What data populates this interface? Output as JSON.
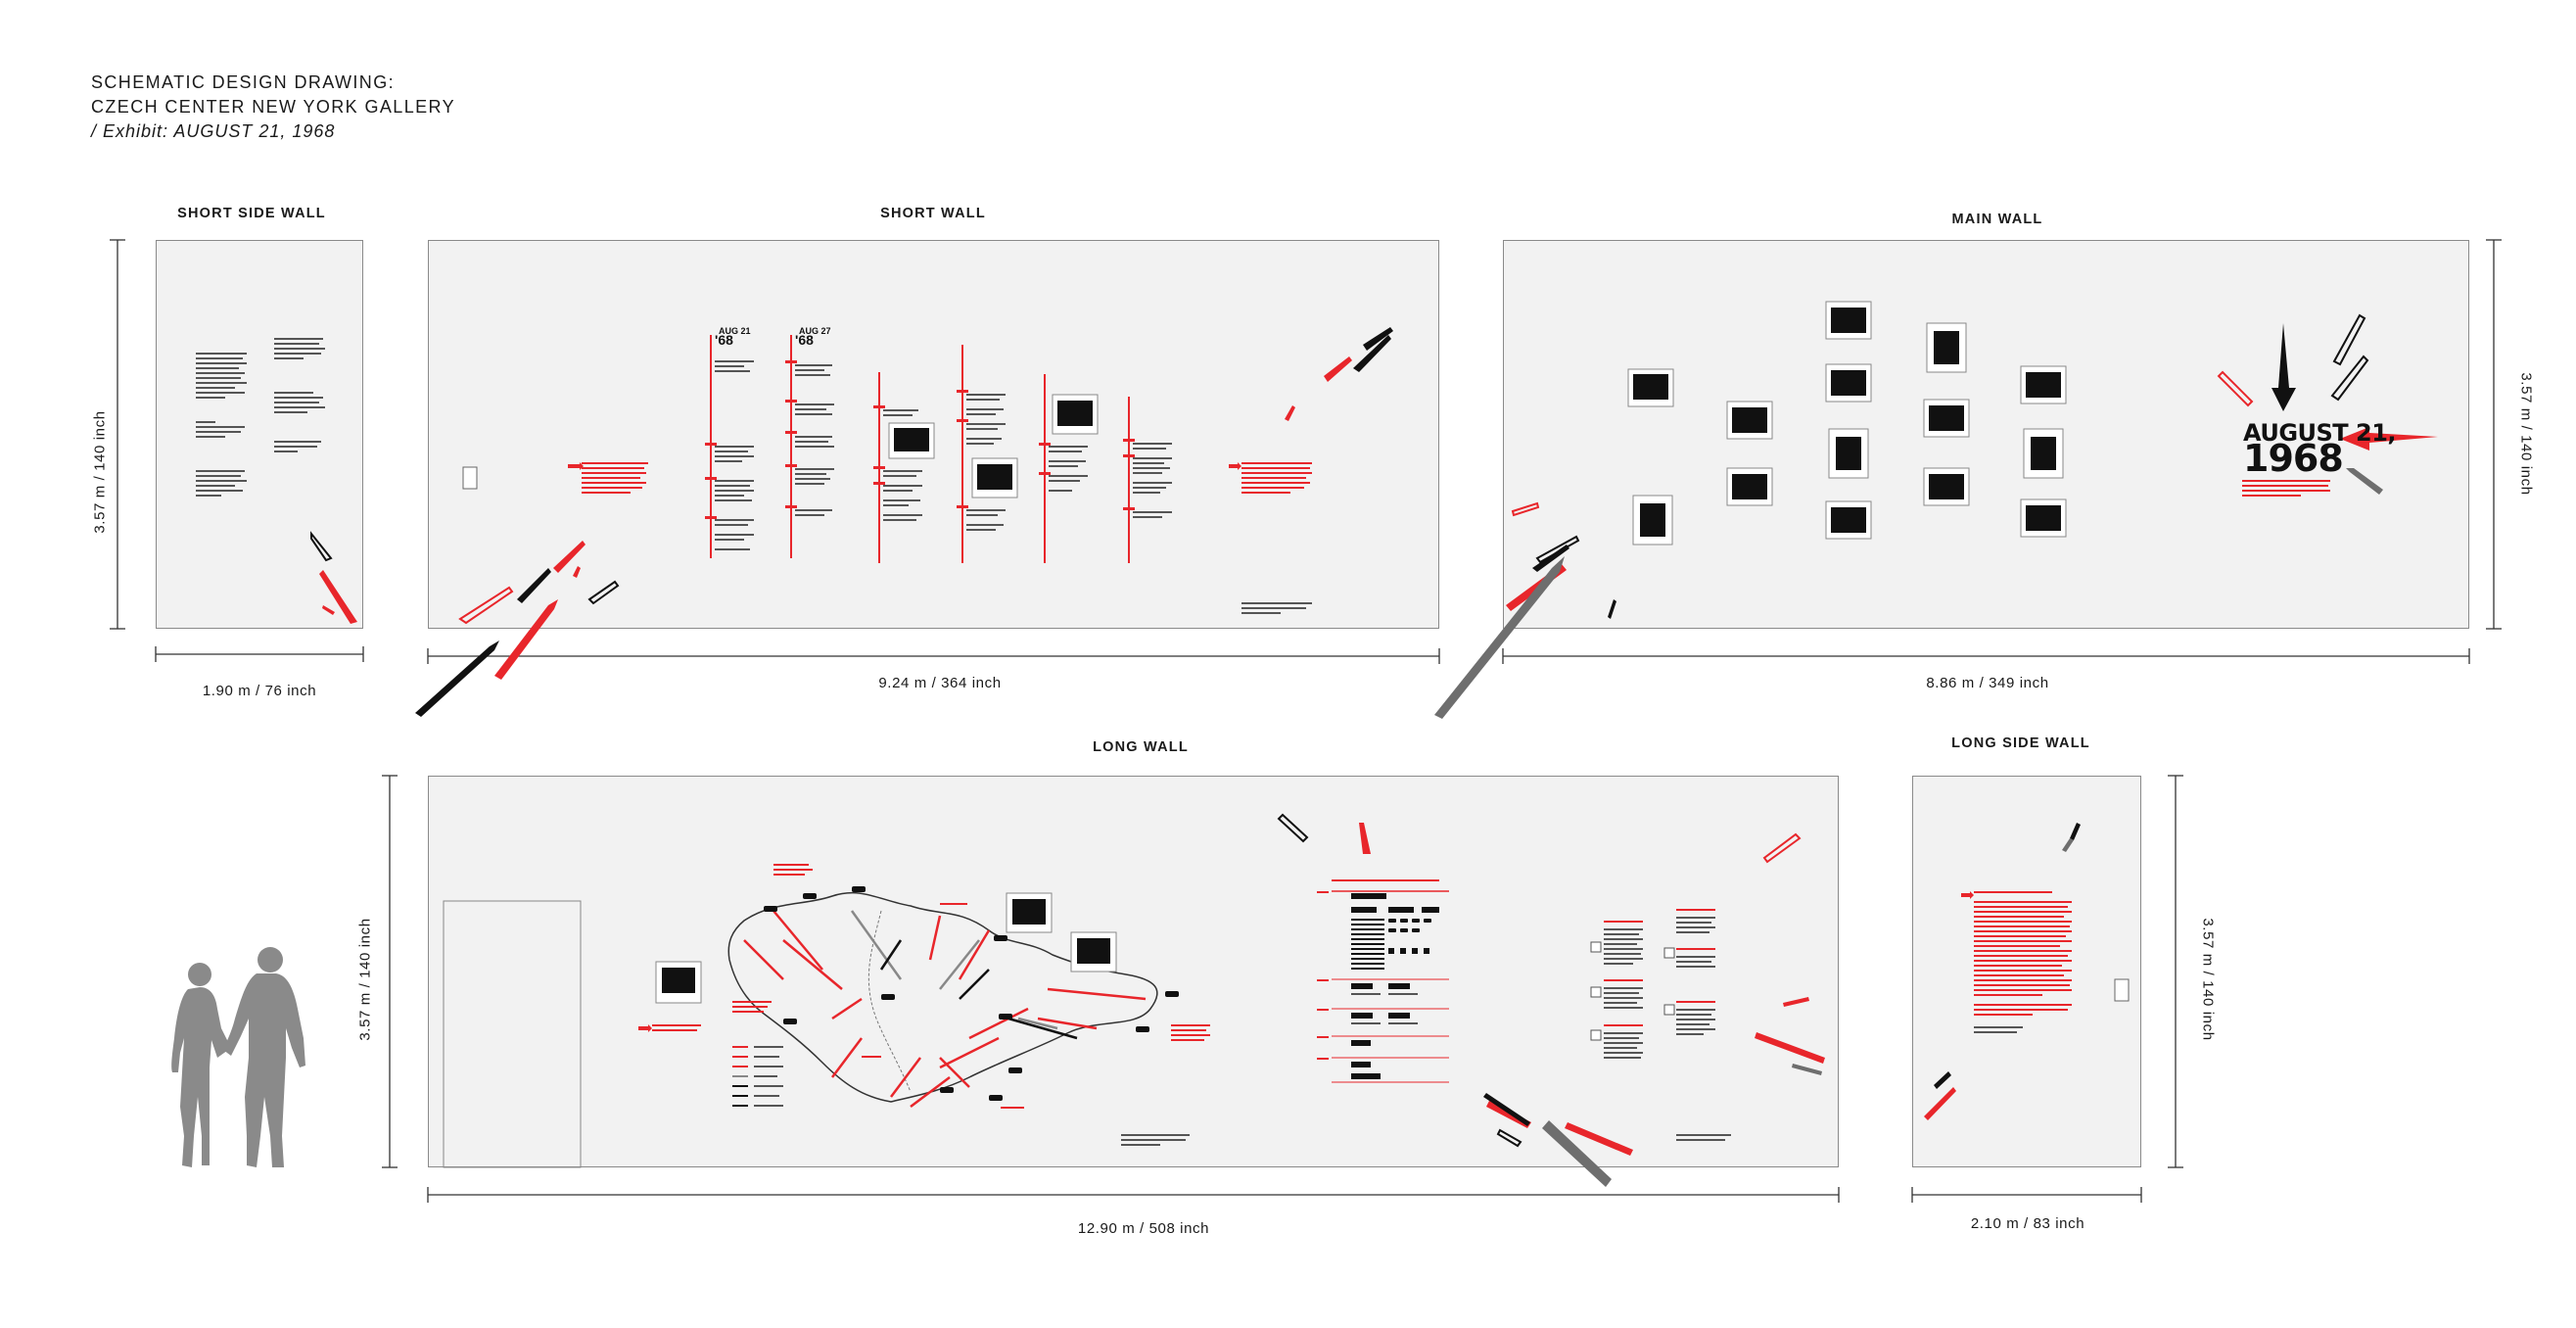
{
  "header": {
    "line1": "SCHEMATIC DESIGN DRAWING:",
    "line2": "CZECH CENTER NEW YORK GALLERY",
    "line3": "/ Exhibit:  AUGUST 21, 1968"
  },
  "walls": {
    "short_side": {
      "title": "SHORT SIDE WALL",
      "width": "1.90 m / 76 inch",
      "height": "3.57 m / 140 inch"
    },
    "short": {
      "title": "SHORT WALL",
      "width": "9.24 m / 364 inch"
    },
    "main": {
      "title": "MAIN WALL",
      "width": "8.86 m / 349 inch",
      "height": "3.57 m / 140 inch",
      "exhibit_line1": "AUGUST 21,",
      "exhibit_line2": "1968"
    },
    "long": {
      "title": "LONG WALL",
      "width": "12.90 m / 508 inch",
      "height": "3.57 m / 140 inch"
    },
    "long_side": {
      "title": "LONG SIDE WALL",
      "width": "2.10 m / 83 inch",
      "height": "3.57 m / 140 inch"
    }
  },
  "timeline": {
    "col1_label": "AUG 21",
    "col1_year": "'68",
    "col2_label": "AUG 27",
    "col2_year": "'68"
  },
  "colors": {
    "accent": "#e8262b",
    "ink": "#111111",
    "panel": "#f2f2f2",
    "grey": "#6e6e6e"
  }
}
